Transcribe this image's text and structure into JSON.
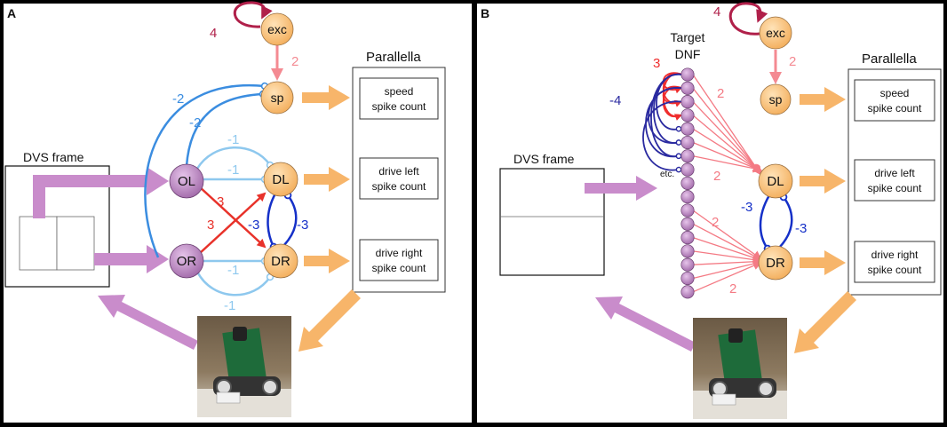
{
  "colors": {
    "excitatory_self": "#b0204a",
    "exc_to_sp": "#f48a92",
    "inhibit_sp": "#3b8de0",
    "inhibit_light": "#8ec8ee",
    "cross_excite": "#e8322a",
    "dl_dr_inhibit": "#1530c8",
    "dnf_excite": "#ef2d2d",
    "dnf_inhibit": "#2a2aa0",
    "dnf_to_drive": "#f47a84",
    "purple_arrow": "#c98ccb",
    "orange_arrow": "#f7b56a",
    "orange_neuron": "#f8c27a",
    "purple_neuron": "#b27ab8"
  },
  "panel_a": {
    "label": "A",
    "parallella_title": "Parallella",
    "dvs_title": "DVS frame",
    "neurons": {
      "exc": "exc",
      "sp": "sp",
      "ol": "OL",
      "or": "OR",
      "dl": "DL",
      "dr": "DR"
    },
    "boxes": {
      "speed": [
        "speed",
        "spike count"
      ],
      "drive_left": [
        "drive left",
        "spike count"
      ],
      "drive_right": [
        "drive right",
        "spike count"
      ]
    },
    "weights": {
      "exc_self": "4",
      "exc_sp": "2",
      "ol_sp": "-2",
      "or_sp": "-2",
      "ol_dl_top": "-1",
      "ol_dl_mid": "-1",
      "or_dr_mid": "-1",
      "or_dr_bottom": "-1",
      "cross_ol_dr": "3",
      "cross_or_dl": "3",
      "dl_dr": "-3",
      "dr_dl": "-3"
    }
  },
  "panel_b": {
    "label": "B",
    "parallella_title": "Parallella",
    "dvs_title": "DVS frame",
    "dnf_title": [
      "Target",
      "DNF"
    ],
    "etc_label": "etc.",
    "neurons": {
      "exc": "exc",
      "sp": "sp",
      "dl": "DL",
      "dr": "DR"
    },
    "boxes": {
      "speed": [
        "speed",
        "spike count"
      ],
      "drive_left": [
        "drive left",
        "spike count"
      ],
      "drive_right": [
        "drive right",
        "spike count"
      ]
    },
    "weights": {
      "exc_self": "4",
      "exc_sp": "2",
      "dnf_excite": "3",
      "dnf_inhibit": "-4",
      "dnf_dl_1": "2",
      "dnf_dl_2": "2",
      "dnf_dr_1": "2",
      "dnf_dr_2": "2",
      "dl_dr": "-3",
      "dr_dl": "-3"
    }
  }
}
